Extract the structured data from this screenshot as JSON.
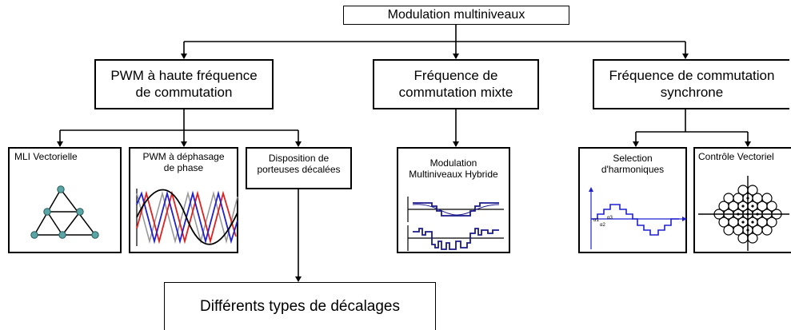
{
  "root": {
    "label": "Modulation multiniveaux"
  },
  "branches": {
    "high_freq": {
      "line1": "PWM à haute fréquence",
      "line2": "de commutation"
    },
    "mixed": {
      "line1": "Fréquence de",
      "line2": "commutation mixte"
    },
    "sync": {
      "line1": "Fréquence de commutation",
      "line2": "synchrone"
    }
  },
  "leaves": {
    "mli_vect": {
      "title": "MLI Vectorielle"
    },
    "pwm_phase": {
      "line1": "PWM à déphasage",
      "line2": "de phase"
    },
    "carriers": {
      "line1": "Disposition de",
      "line2": "porteuses décalées"
    },
    "hybrid": {
      "line1": "Modulation",
      "line2": "Multiniveaux Hybride"
    },
    "harmonics": {
      "line1": "Selection",
      "line2": "d'harmoniques",
      "a1": "α1",
      "a2": "α2",
      "a3": "α3"
    },
    "vect_ctrl": {
      "title": "Contrôle Vectoriel"
    }
  },
  "note": {
    "label": "Différents types de décalages"
  },
  "colors": {
    "line": "#000000",
    "node": "#5aa6a6",
    "red": "#e02020",
    "blue": "#2020d0",
    "gray": "#999999",
    "navy": "#1a1a8c"
  }
}
